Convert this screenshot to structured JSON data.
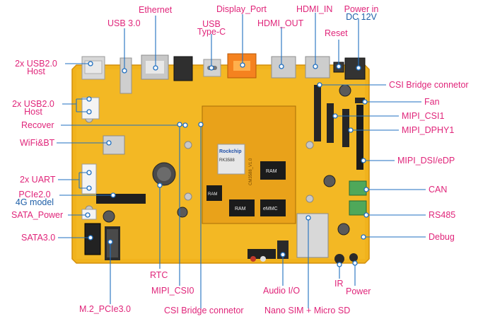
{
  "colors": {
    "label": "#e0257a",
    "label_alt": "#1e5fa8",
    "leader_line": "#1f6fc0",
    "board": "#f1b31d",
    "board_edge": "#d48f0c"
  },
  "labels": {
    "usb3": "USB 3.0",
    "ethernet": "Ethernet",
    "usb_typec_line1": "USB",
    "usb_typec_line2": "Type-C",
    "display_port": "Display_Port",
    "hdmi_out": "HDMI_OUT",
    "hdmi_in": "HDMI_IN",
    "reset": "Reset",
    "power_in_line1": "Power in",
    "power_in_line2": "DC 12V",
    "usb2_host_top_line1": "2x USB2.0",
    "usb2_host_top_line2": "Host",
    "usb2_host_mid_line1": "2x USB2.0",
    "usb2_host_mid_line2": "Host",
    "recover": "Recover",
    "wifi_bt": "WiFi&BT",
    "uart": "2x UART",
    "pcie2_line1": "PCIe2.0",
    "pcie2_line2": "4G model",
    "sata_power": "SATA_Power",
    "sata3": "SATA3.0",
    "rtc": "RTC",
    "mipi_csi0": "MIPI_CSI0",
    "m2_pcie3": "M.2_PCIe3.0",
    "csi_bridge_bottom": "CSI Bridge connetor",
    "audio_io": "Audio I/O",
    "nano_sim": "Nano SIM + Micro SD",
    "ir": "IR",
    "power": "Power",
    "debug": "Debug",
    "rs485": "RS485",
    "can": "CAN",
    "mipi_dsi_edp": "MIPI_DSI/eDP",
    "mipi_dphy1": "MIPI_DPHY1",
    "mipi_csi1": "MIPI_CSI1",
    "fan": "Fan",
    "csi_bridge_top": "CSI Bridge connetor"
  },
  "board": {
    "som_brand": "Rockchip",
    "som_chip": "RK3588",
    "som_model": "CM3588_V1.0",
    "ram_label_1": "RAM",
    "ram_label_2": "RAM",
    "ram_label_3": "RAM",
    "emmc_label": "eMMC"
  }
}
